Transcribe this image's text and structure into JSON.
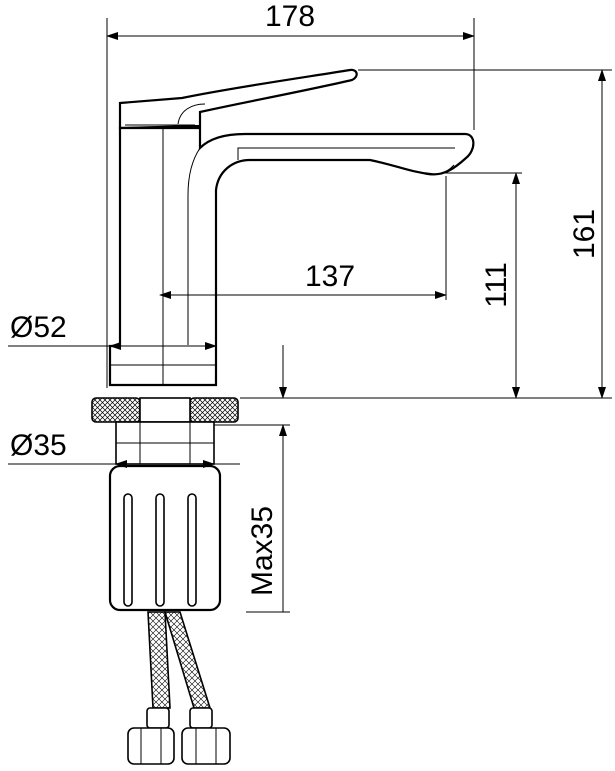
{
  "dimensions": {
    "overall_length": "178",
    "spout_reach": "137",
    "overall_height": "161",
    "spout_height": "111",
    "base_diameter": "Ø52",
    "shank_diameter": "Ø35",
    "max_deck_thickness": "Max35"
  }
}
